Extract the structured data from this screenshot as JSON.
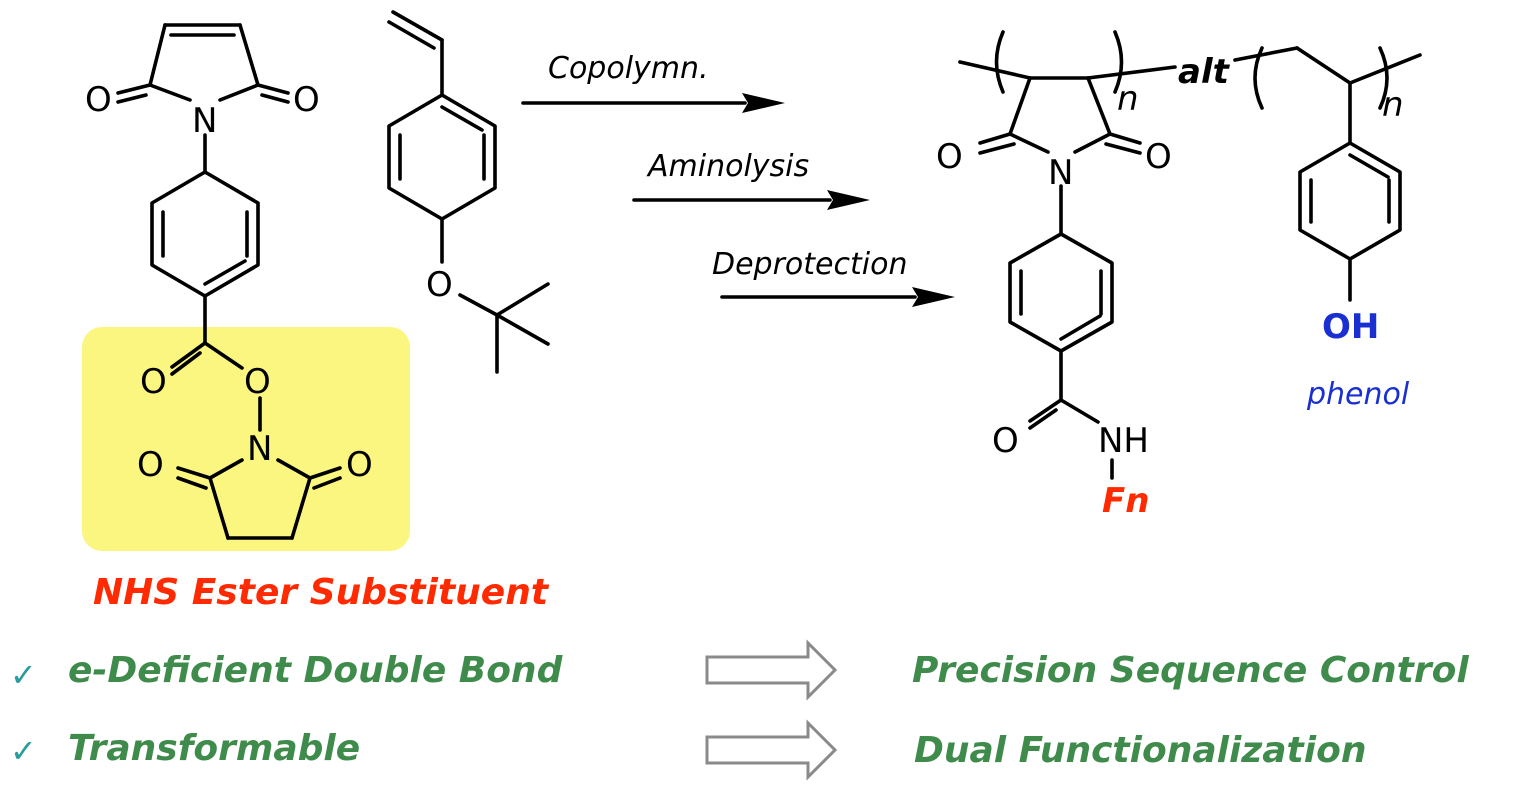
{
  "colors": {
    "highlight": "#fbf67f",
    "nhs_label": "#ff2a00",
    "fn_label": "#ff2a00",
    "phenol": "#1a2fd1",
    "green_text": "#3f8b4c",
    "check": "#2a9b9f",
    "hollow_arrow": "#8a8a8a"
  },
  "atoms": {
    "O": "O",
    "N": "N",
    "NH": "NH",
    "OH": "OH",
    "n": "n",
    "alt": "alt",
    "Fn": "Fn"
  },
  "reaction_steps": [
    "Copolymn.",
    "Aminolysis",
    "Deprotection"
  ],
  "nhs_label": "NHS Ester Substituent",
  "phenol_label": "phenol",
  "features": [
    {
      "check": "✓",
      "feature": "e-Deficient Double Bond",
      "result": "Precision Sequence Control"
    },
    {
      "check": "✓",
      "feature": "Transformable",
      "result": "Dual Functionalization"
    }
  ]
}
